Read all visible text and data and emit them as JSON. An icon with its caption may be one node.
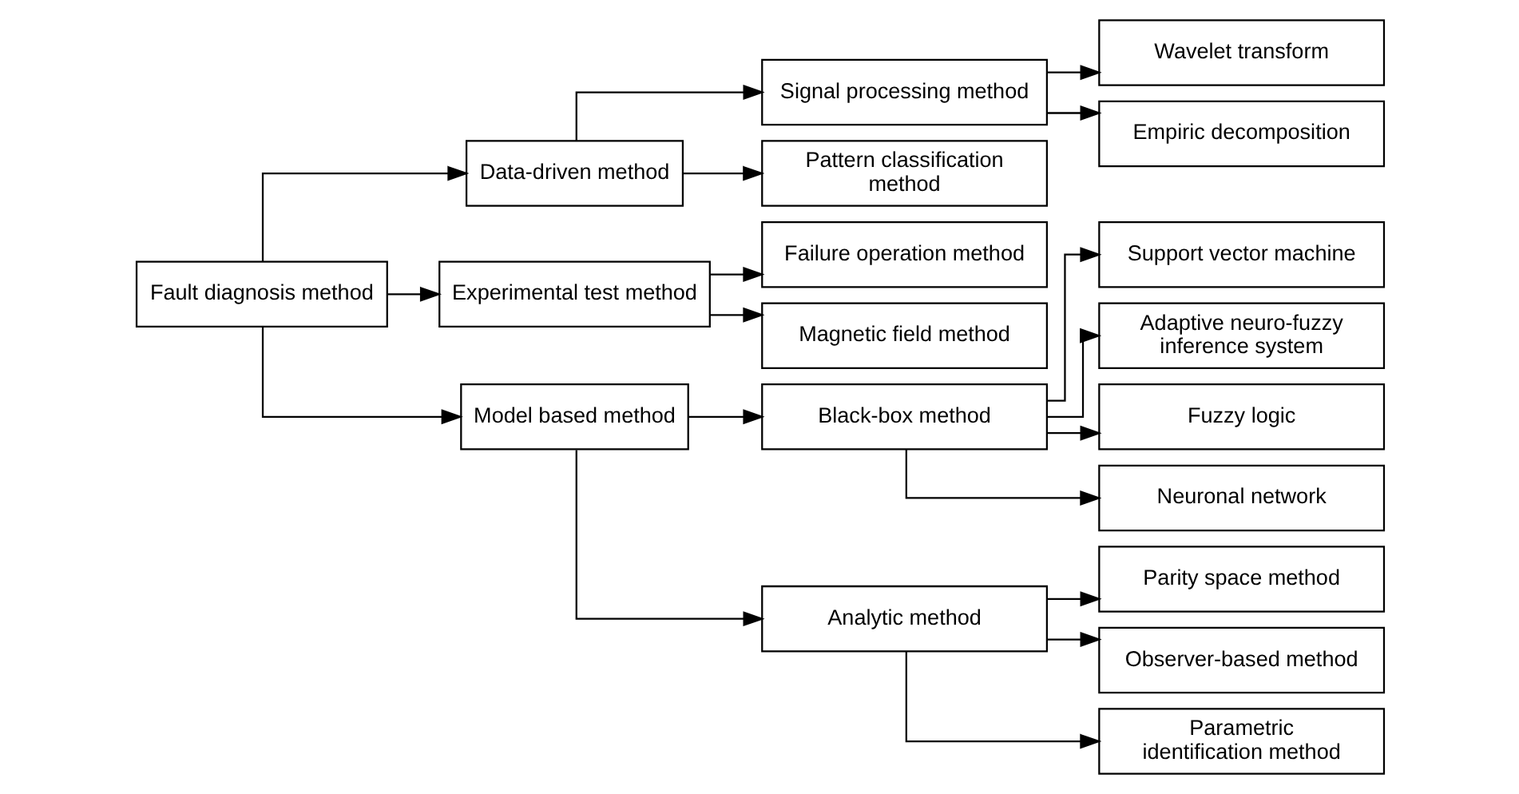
{
  "diagram": {
    "nodes": [
      {
        "text": [
          "Fault diagnosis method"
        ]
      },
      {
        "text": [
          "Data-driven method"
        ]
      },
      {
        "text": [
          "Experimental test method"
        ]
      },
      {
        "text": [
          "Model based method"
        ]
      },
      {
        "text": [
          "Signal processing method"
        ]
      },
      {
        "text": [
          "Pattern classification method"
        ]
      },
      {
        "text": [
          "Failure operation method"
        ]
      },
      {
        "text": [
          "Magnetic field method"
        ]
      },
      {
        "text": [
          "Black-box method"
        ]
      },
      {
        "text": [
          "Analytic method"
        ]
      },
      {
        "text": [
          "Wavelet transform"
        ]
      },
      {
        "text": [
          "Empiric decomposition"
        ]
      },
      {
        "text": [
          "Support vector machine"
        ]
      },
      {
        "text": [
          "Adaptive neuro-fuzzy inference system"
        ]
      },
      {
        "text": [
          "Fuzzy logic"
        ]
      },
      {
        "text": [
          "Neuronal network"
        ]
      },
      {
        "text": [
          "Parity space method"
        ]
      },
      {
        "text": [
          "Observer-based method"
        ]
      },
      {
        "text": [
          "Parametric identification method"
        ]
      }
    ],
    "edges": [
      {
        "from": 0,
        "to": 1,
        "arrow": "to"
      },
      {
        "from": 0,
        "to": 2,
        "arrow": "to"
      },
      {
        "from": 0,
        "to": 3,
        "arrow": "to"
      },
      {
        "from": 1,
        "to": 4,
        "arrow": "to"
      },
      {
        "from": 1,
        "to": 5,
        "arrow": "to"
      },
      {
        "from": 2,
        "to": 6,
        "arrow": "to"
      },
      {
        "from": 2,
        "to": 7,
        "arrow": "to"
      },
      {
        "from": 3,
        "to": 8,
        "arrow": "to"
      },
      {
        "from": 3,
        "to": 9,
        "arrow": "to"
      },
      {
        "from": 4,
        "to": 10,
        "arrow": "to"
      },
      {
        "from": 4,
        "to": 11,
        "arrow": "to"
      },
      {
        "from": 8,
        "to": 12,
        "arrow": "to"
      },
      {
        "from": 8,
        "to": 13,
        "arrow": "to"
      },
      {
        "from": 8,
        "to": 14,
        "arrow": "to"
      },
      {
        "from": 8,
        "to": 15,
        "arrow": "to"
      },
      {
        "from": 9,
        "to": 16,
        "arrow": "to"
      },
      {
        "from": 9,
        "to": 17,
        "arrow": "to"
      },
      {
        "from": 9,
        "to": 18,
        "arrow": "to"
      }
    ]
  }
}
